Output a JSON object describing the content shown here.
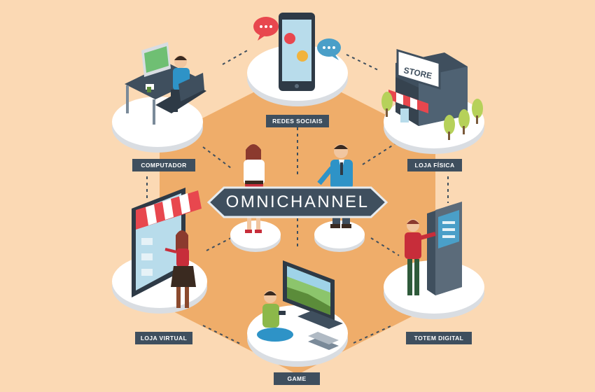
{
  "center": {
    "banner": "OMNICHANNEL"
  },
  "channels": {
    "redes_sociais": "REDES SOCIAIS",
    "computador": "COMPUTADOR",
    "loja_fisica": "LOJA FÍSICA",
    "loja_virtual": "LOJA VIRTUAL",
    "totem_digital": "TOTEM DIGITAL",
    "game": "GAME"
  },
  "signs": {
    "store": "STORE"
  },
  "colors": {
    "background": "#FBD9B4",
    "hexagon": "#EFAD6A",
    "label_bg": "#3F4F5E",
    "platform": "#FFFFFF",
    "awning_red": "#E8474E"
  },
  "icons": [
    "speech-bubble-icon",
    "smartphone-icon",
    "store-icon",
    "computer-icon",
    "tablet-icon",
    "kiosk-icon",
    "tv-game-icon"
  ]
}
